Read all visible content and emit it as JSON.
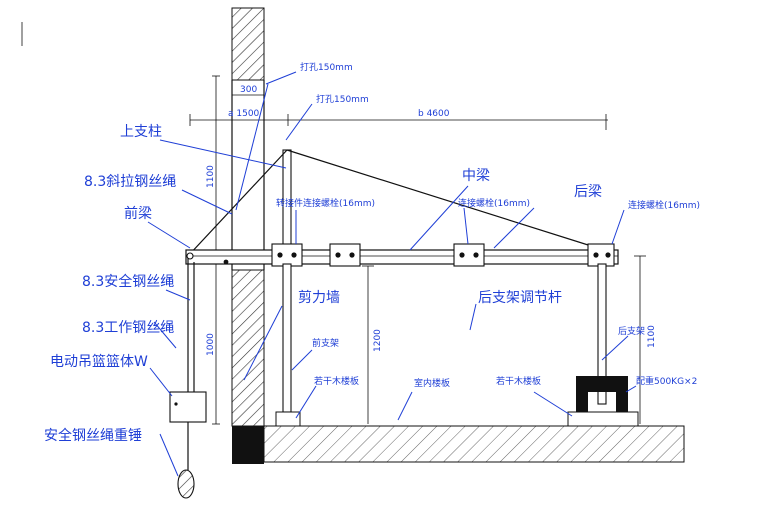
{
  "labels": {
    "upper_post": "上支柱",
    "diagonal_rope": "8.3斜拉钢丝绳",
    "front_beam": "前梁",
    "safety_rope": "8.3安全钢丝绳",
    "work_rope": "8.3工作钢丝绳",
    "basket": "电动吊篮篮体W",
    "safety_weight": "安全钢丝绳重锤",
    "middle_beam": "中梁",
    "rear_beam": "后梁",
    "shear_wall": "剪力墙",
    "rear_adjust_rod": "后支架调节杆",
    "front_support": "前支架",
    "rear_support": "后支架",
    "wood_boards_left": "若干木楼板",
    "wood_boards_right": "若干木楼板",
    "indoor_floor": "室内楼板",
    "counterweight": "配重500KG×2",
    "bolt_1": "转接件连接螺栓(16mm)",
    "bolt_2": "连接螺栓(16mm)",
    "bolt_3": "连接螺栓(16mm)",
    "hole_1": "打孔150mm",
    "hole_2": "打孔150mm"
  },
  "dimensions": {
    "wall_300": "300",
    "a_1500": "a 1500",
    "b_4600": "b 4600",
    "h_1100": "1100",
    "h_1000": "1000",
    "h_1200": "1200",
    "h_1100_right": "1100"
  }
}
